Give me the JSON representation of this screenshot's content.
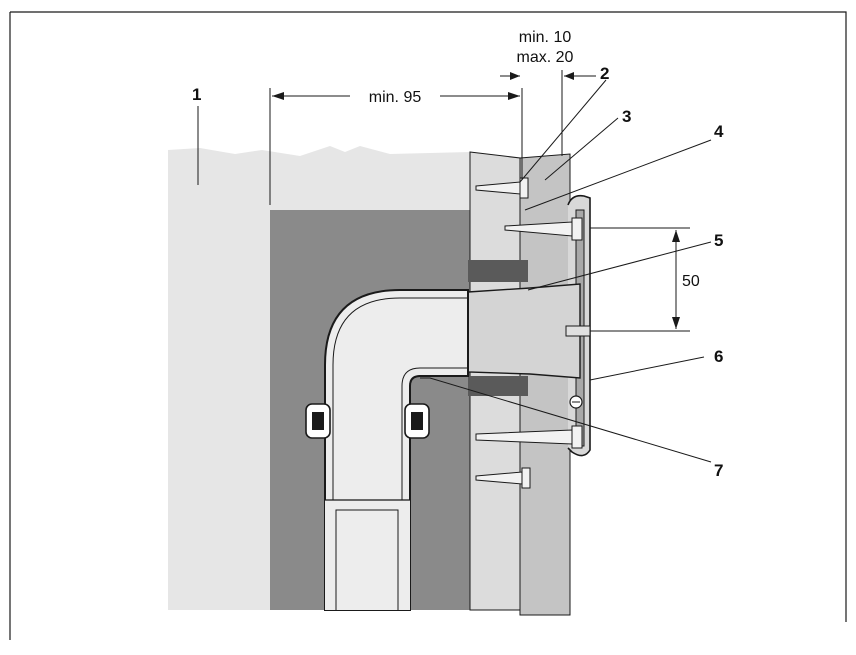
{
  "dimensions": {
    "wall_gap_label": "min. 95",
    "plate_min_label": "min. 10",
    "plate_max_label": "max. 20",
    "spacing_label": "50"
  },
  "callouts": {
    "c1": "1",
    "c2": "2",
    "c3": "3",
    "c4": "4",
    "c5": "5",
    "c6": "6",
    "c7": "7"
  },
  "colors": {
    "wall_light": "#e6e6e6",
    "wall_dark": "#8a8a8a",
    "panel_light": "#dcdcdc",
    "panel_mid": "#bfbfbf",
    "line": "#1a1a1a"
  }
}
